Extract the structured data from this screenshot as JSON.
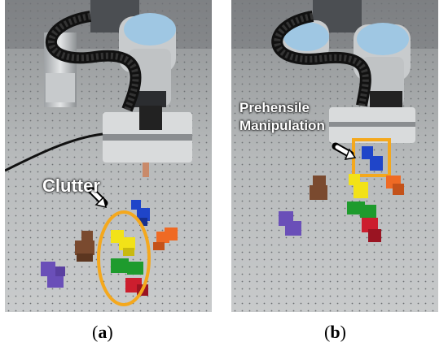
{
  "panels": [
    {
      "id": "a",
      "label_paren_open": "(",
      "label_letter": "a",
      "label_paren_close": ")",
      "overlay_text": "Clutter"
    },
    {
      "id": "b",
      "label_paren_open": "(",
      "label_letter": "b",
      "label_paren_close": ")",
      "overlay_text_line1": "Prehensile",
      "overlay_text_line2": "Manipulation"
    }
  ],
  "colors": {
    "table": "#b9bcbd",
    "robot_blue": "#9fc7e3",
    "highlight": "#f4a81d",
    "block_yellow": "#f2e218",
    "block_green": "#1e9b2d",
    "block_red": "#cc1e2e",
    "block_blue": "#1f45c9",
    "block_orange": "#ef6a24",
    "block_brown": "#7a4a2f",
    "block_purple": "#6a4fb8"
  }
}
